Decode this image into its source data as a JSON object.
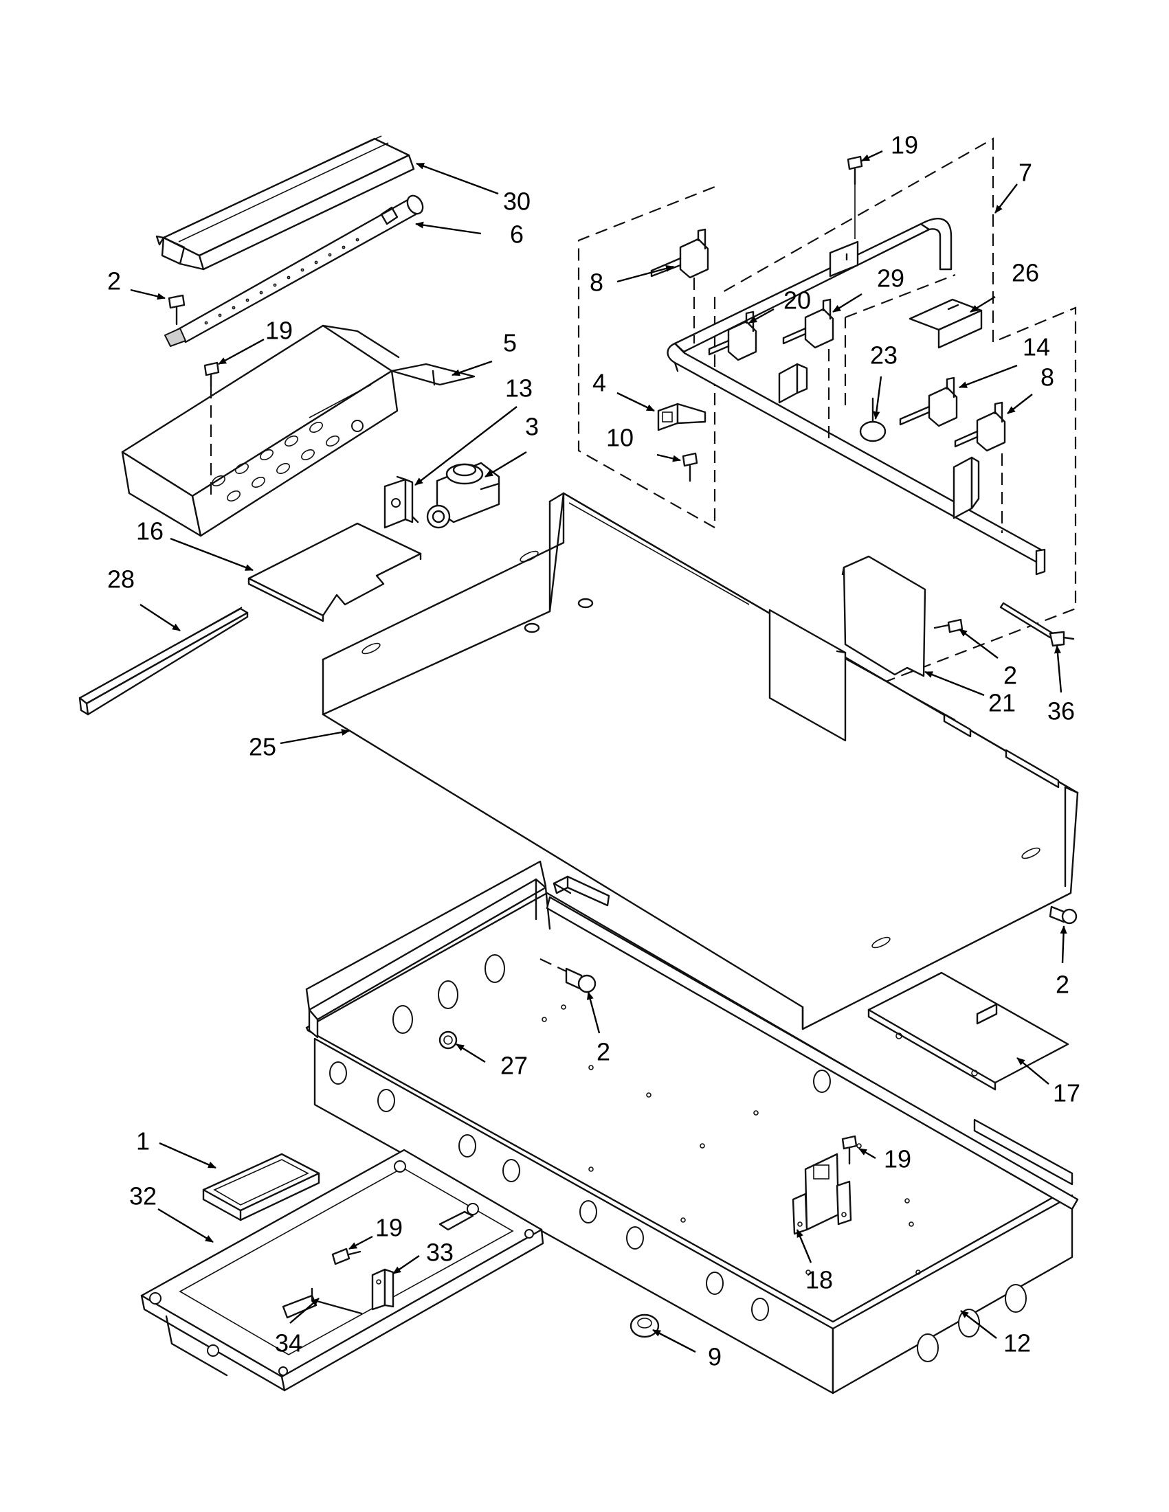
{
  "callouts": [
    {
      "id": "c30",
      "text": "30"
    },
    {
      "id": "c6",
      "text": "6"
    },
    {
      "id": "c2a",
      "text": "2"
    },
    {
      "id": "c19a",
      "text": "19"
    },
    {
      "id": "c5",
      "text": "5"
    },
    {
      "id": "c13",
      "text": "13"
    },
    {
      "id": "c3",
      "text": "3"
    },
    {
      "id": "c16",
      "text": "16"
    },
    {
      "id": "c28",
      "text": "28"
    },
    {
      "id": "c19b",
      "text": "19"
    },
    {
      "id": "c7",
      "text": "7"
    },
    {
      "id": "c8a",
      "text": "8"
    },
    {
      "id": "c29",
      "text": "29"
    },
    {
      "id": "c20",
      "text": "20"
    },
    {
      "id": "c26",
      "text": "26"
    },
    {
      "id": "c23",
      "text": "23"
    },
    {
      "id": "c14",
      "text": "14"
    },
    {
      "id": "c8b",
      "text": "8"
    },
    {
      "id": "c4",
      "text": "4"
    },
    {
      "id": "c10",
      "text": "10"
    },
    {
      "id": "c2b",
      "text": "2"
    },
    {
      "id": "c21",
      "text": "21"
    },
    {
      "id": "c36",
      "text": "36"
    },
    {
      "id": "c25",
      "text": "25"
    },
    {
      "id": "c2c",
      "text": "2"
    },
    {
      "id": "c2d",
      "text": "2"
    },
    {
      "id": "c27",
      "text": "27"
    },
    {
      "id": "c17",
      "text": "17"
    },
    {
      "id": "c1",
      "text": "1"
    },
    {
      "id": "c32",
      "text": "32"
    },
    {
      "id": "c19c",
      "text": "19"
    },
    {
      "id": "c33",
      "text": "33"
    },
    {
      "id": "c34",
      "text": "34"
    },
    {
      "id": "c19d",
      "text": "19"
    },
    {
      "id": "c18",
      "text": "18"
    },
    {
      "id": "c9",
      "text": "9"
    },
    {
      "id": "c12",
      "text": "12"
    }
  ]
}
